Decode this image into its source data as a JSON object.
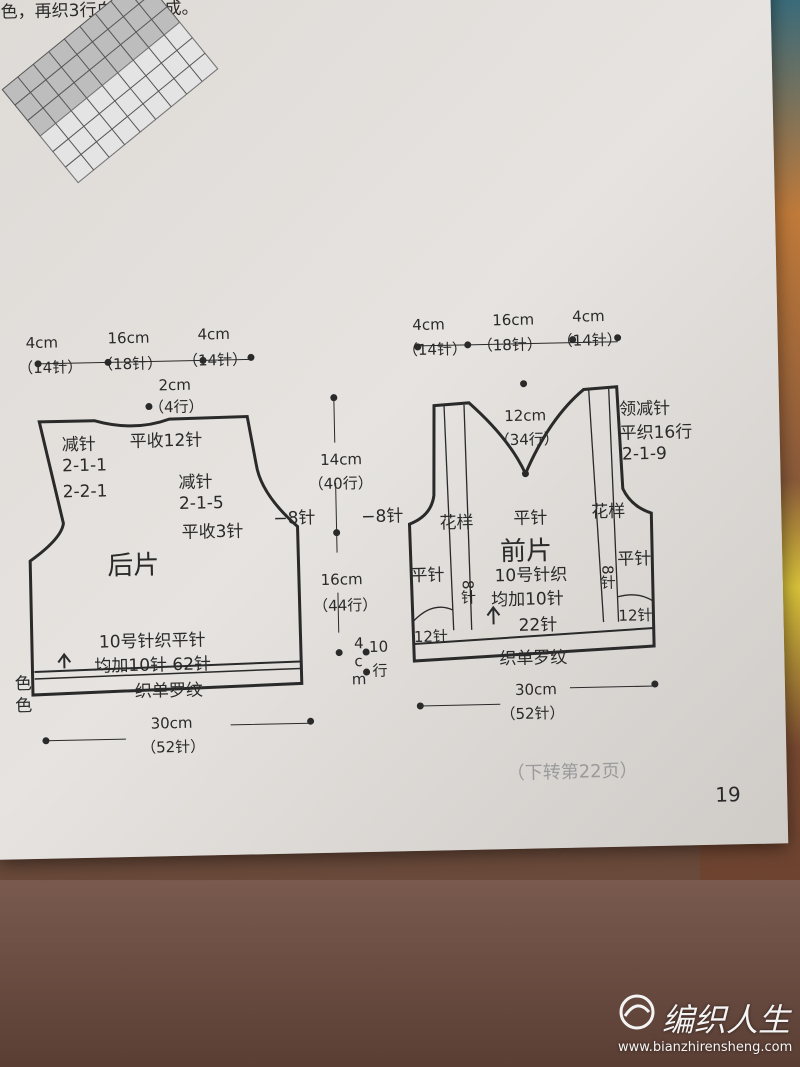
{
  "top_text": "色，再织3行白色，完成。",
  "left_partial": {
    "line1": "色",
    "line2": "色"
  },
  "back": {
    "top_widths": {
      "left": "4cm",
      "center": "16cm",
      "right": "4cm"
    },
    "top_stitches": {
      "left": "（14针）",
      "center": "（18针）",
      "right": "（14针）"
    },
    "neck_depth": {
      "cm": "2cm",
      "rows": "（4行）"
    },
    "neck_decrease": "减针",
    "bind_off_top": "平收12针",
    "neck_rules": [
      "2-1-1",
      "2-2-1"
    ],
    "armhole_decrease": "减针",
    "armhole_rule": "2-1-5",
    "armhole_bind_off": "平收3针",
    "armhole_side": "−8针",
    "title": "后片",
    "body_text": "10号针织平针",
    "increase_text": "均加10针 62针",
    "ribbing": "织单罗纹",
    "bottom_width": "30cm",
    "bottom_stitches": "（52针）"
  },
  "middle": {
    "armhole_height": "14cm",
    "armhole_rows": "（40行）",
    "side_height": "16cm",
    "side_rows": "（44行）",
    "rib_height": [
      "4",
      "c",
      "m"
    ],
    "rib_rows": [
      "10",
      "行"
    ]
  },
  "front": {
    "top_widths": {
      "left": "4cm",
      "center": "16cm",
      "right": "4cm"
    },
    "top_stitches": {
      "left": "（14针）",
      "center": "（18针）",
      "right": "（14针）"
    },
    "neck_depth": {
      "cm": "12cm",
      "rows": "（34行）"
    },
    "neck_notes": [
      "领减针",
      "平织16行",
      "2-1-9"
    ],
    "armhole_side": "−8针",
    "pattern_left": "花样",
    "pattern_center": "平针",
    "pattern_right": "花样",
    "title": "前片",
    "side_left": "平针",
    "side_right": "平针",
    "cable_left": "8针",
    "cable_right": "8针",
    "body_text": "10号针织",
    "increase_text": "均加10针",
    "center_stitches": "22针",
    "edge_left": "12针",
    "edge_right": "12针",
    "ribbing": "织单罗纹",
    "bottom_width": "30cm",
    "bottom_stitches": "（52针）"
  },
  "continued": "（下转第22页）",
  "page_number": "19",
  "watermark": {
    "brand": "编织人生",
    "url": "www.bianzhirensheng.com"
  }
}
